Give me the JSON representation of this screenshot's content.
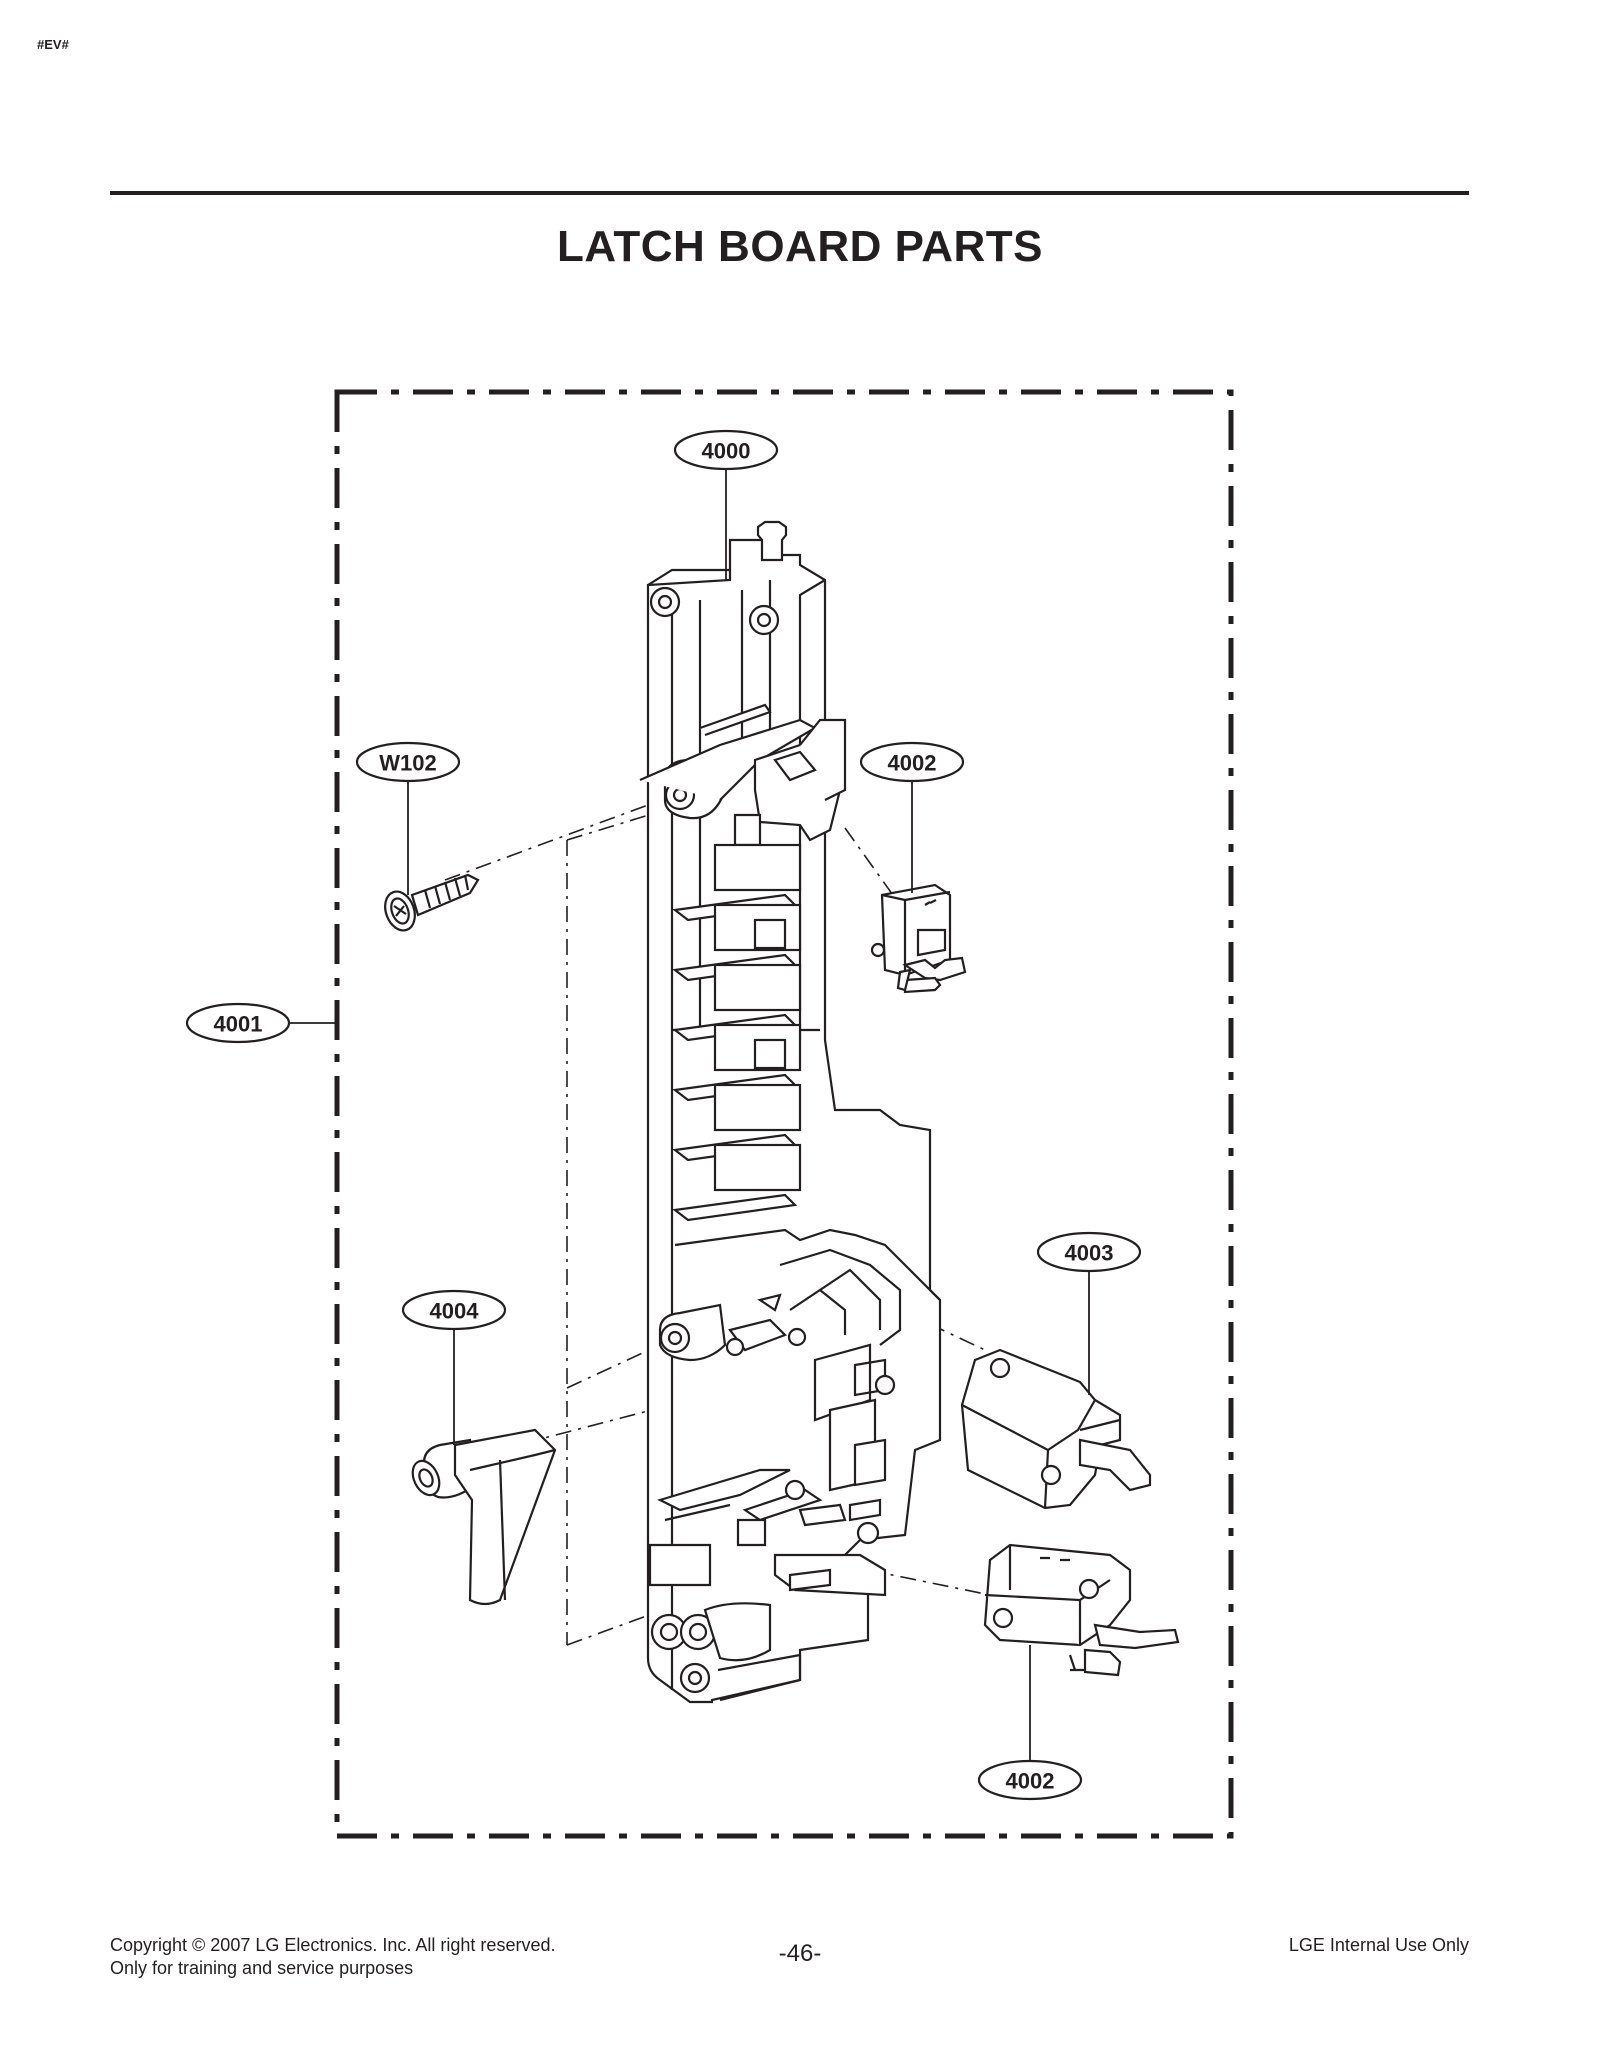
{
  "header": {
    "tag": "#EV#"
  },
  "title": "LATCH BOARD PARTS",
  "callouts": {
    "c4000": "4000",
    "cW102": "W102",
    "c4002a": "4002",
    "c4001": "4001",
    "c4003": "4003",
    "c4004": "4004",
    "c4002b": "4002"
  },
  "footer": {
    "copyright": "Copyright © 2007 LG Electronics. Inc. All right reserved.",
    "purpose": "Only for training and service purposes",
    "page": "-46-",
    "internal": "LGE Internal Use Only"
  },
  "colors": {
    "ink": "#231f20",
    "background": "#ffffff",
    "part_fill": "#ffffff"
  }
}
